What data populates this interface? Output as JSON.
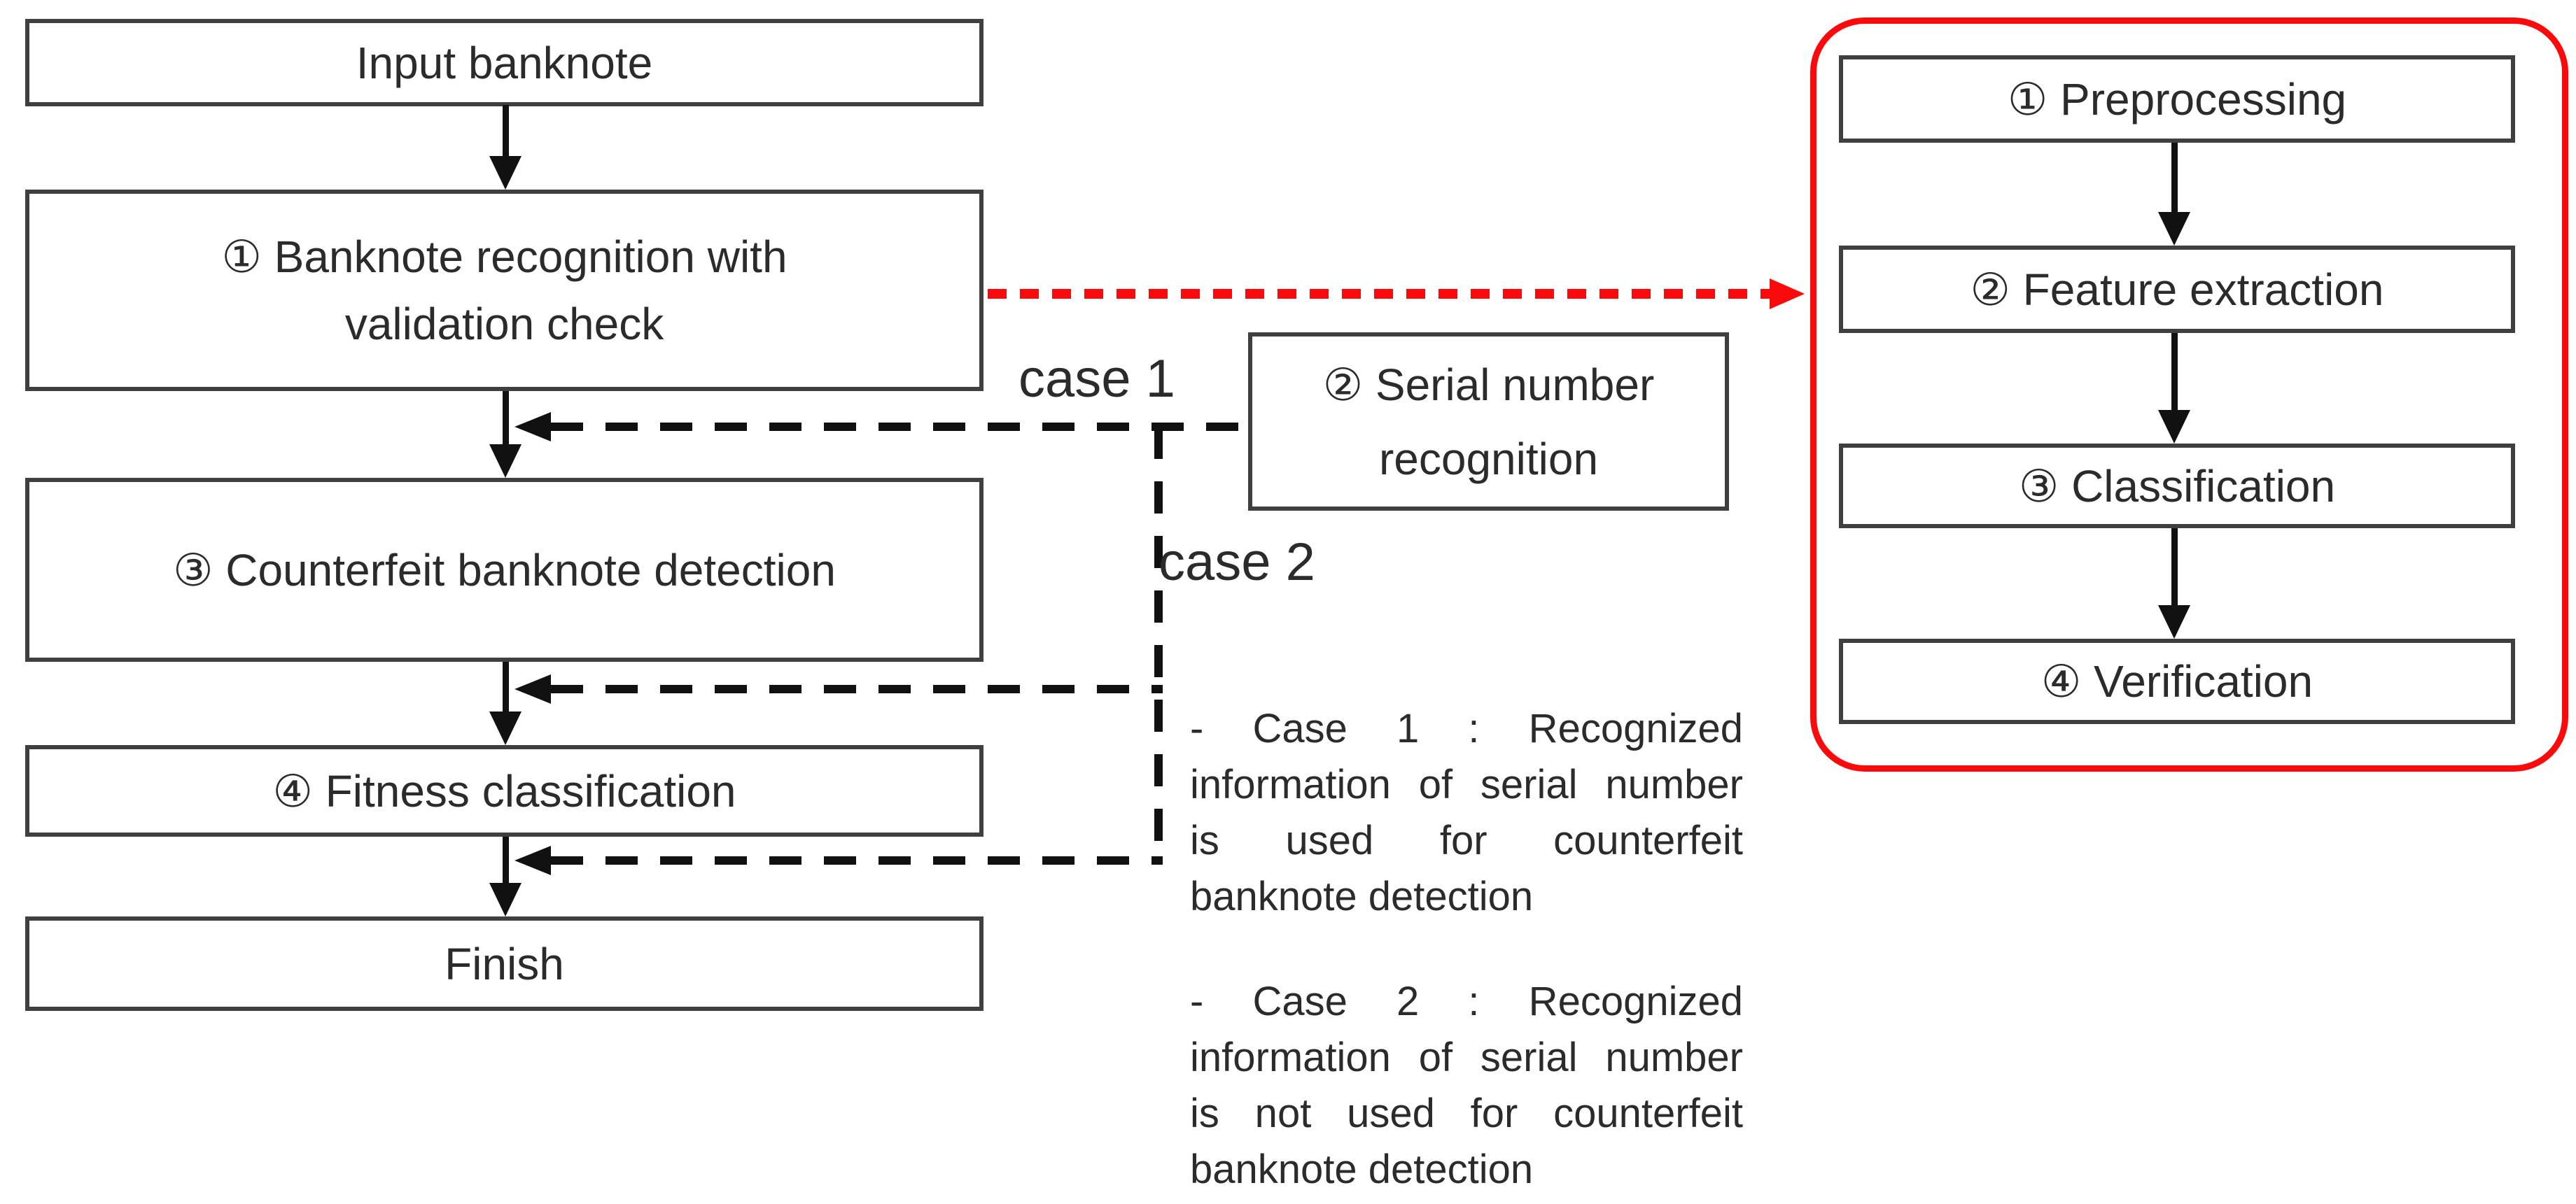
{
  "left_flow": {
    "input": "Input banknote",
    "recognition_line1": "① Banknote recognition with",
    "recognition_line2": "validation check",
    "counterfeit": "③ Counterfeit banknote detection",
    "fitness": "④ Fitness classification",
    "finish": "Finish"
  },
  "serial_box": {
    "line1": "② Serial number",
    "line2": "recognition"
  },
  "case_labels": {
    "case1": "case 1",
    "case2": "case 2"
  },
  "right_flow": {
    "step1": "① Preprocessing",
    "step2": "② Feature extraction",
    "step3": "③ Classification",
    "step4": "④ Verification"
  },
  "annotations": {
    "case1": {
      "line1": "- Case 1 : Recognized",
      "line2": "information of serial number",
      "line3": "is used for counterfeit",
      "line4": "banknote detection"
    },
    "case2": {
      "line1": "- Case 2 : Recognized",
      "line2": "information of serial number",
      "line3": "is not used for counterfeit",
      "line4": "banknote detection"
    }
  },
  "colors": {
    "accent_red": "#fa0a0a",
    "border_color": "#3f3f3f",
    "line_color": "#111111",
    "text_color": "#2b2b2b"
  }
}
